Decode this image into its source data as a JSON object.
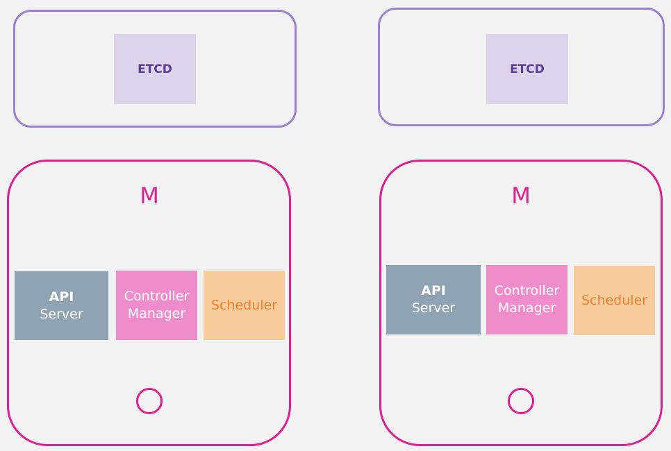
{
  "colors": {
    "background": "#f2f2f2",
    "etcd_border": "#9a80d0",
    "etcd_fill": "#ddd3ea",
    "etcd_text": "#5b3d9a",
    "master_border": "#dd1f8f",
    "api_fill": "#8ea4b4",
    "controller_fill": "#ee8ccc",
    "scheduler_fill": "#f9cc9b",
    "scheduler_text": "#ee7d2e"
  },
  "etcd_nodes": [
    {
      "label": "ETCD"
    },
    {
      "label": "ETCD"
    }
  ],
  "master_nodes": [
    {
      "label": "M",
      "api_server": {
        "line1": "API",
        "line2": "Server"
      },
      "controller_manager": {
        "line1": "Controller",
        "line2": "Manager"
      },
      "scheduler": {
        "label": "Scheduler"
      }
    },
    {
      "label": "M",
      "api_server": {
        "line1": "API",
        "line2": "Server"
      },
      "controller_manager": {
        "line1": "Controller",
        "line2": "Manager"
      },
      "scheduler": {
        "label": "Scheduler"
      }
    }
  ]
}
